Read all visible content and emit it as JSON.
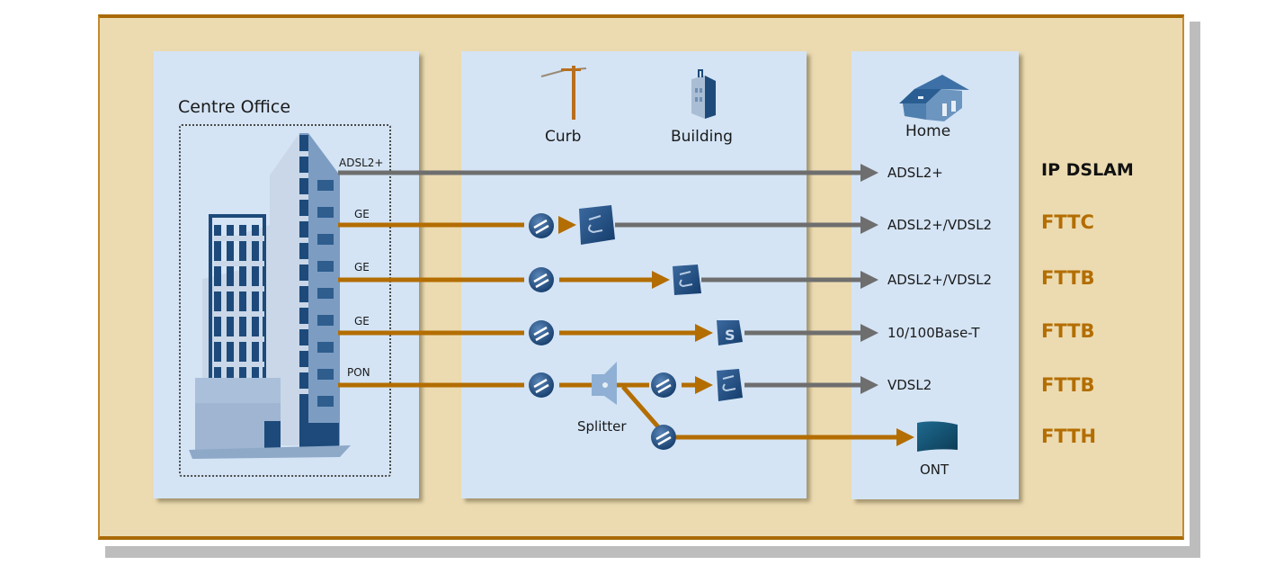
{
  "diagram": {
    "title": "Centre Office",
    "sections": {
      "left": {
        "label": "Centre Office"
      },
      "middle": {
        "curb_label": "Curb",
        "building_label": "Building"
      },
      "right": {
        "home_label": "Home",
        "ont_label": "ONT"
      }
    },
    "splitter_label": "Splitter",
    "colors": {
      "fiber": "#b36d00",
      "copper": "#6e6e6e",
      "panel": "#d4e4f5",
      "frame": "#ecdbb1",
      "frame_border": "#a96a06",
      "tech_label": "#b36d00"
    },
    "rows": [
      {
        "uplink": "ADSL2+",
        "media": "copper",
        "device": "none",
        "destination": "ADSL2+",
        "technology": "IP DSLAM"
      },
      {
        "uplink": "GE",
        "media": "fiber",
        "device": "curb-dslam",
        "destination": "ADSL2+/VDSL2",
        "technology": "FTTC"
      },
      {
        "uplink": "GE",
        "media": "fiber",
        "device": "building-dslam",
        "destination": "ADSL2+/VDSL2",
        "technology": "FTTB"
      },
      {
        "uplink": "GE",
        "media": "fiber",
        "device": "building-switch",
        "destination": "10/100Base-T",
        "technology": "FTTB"
      },
      {
        "uplink": "PON",
        "media": "fiber",
        "device": "splitter-mdu",
        "destination": "VDSL2",
        "technology": "FTTB"
      },
      {
        "uplink": "",
        "media": "fiber",
        "device": "splitter-ont",
        "destination": "",
        "technology": "FTTH"
      }
    ]
  }
}
